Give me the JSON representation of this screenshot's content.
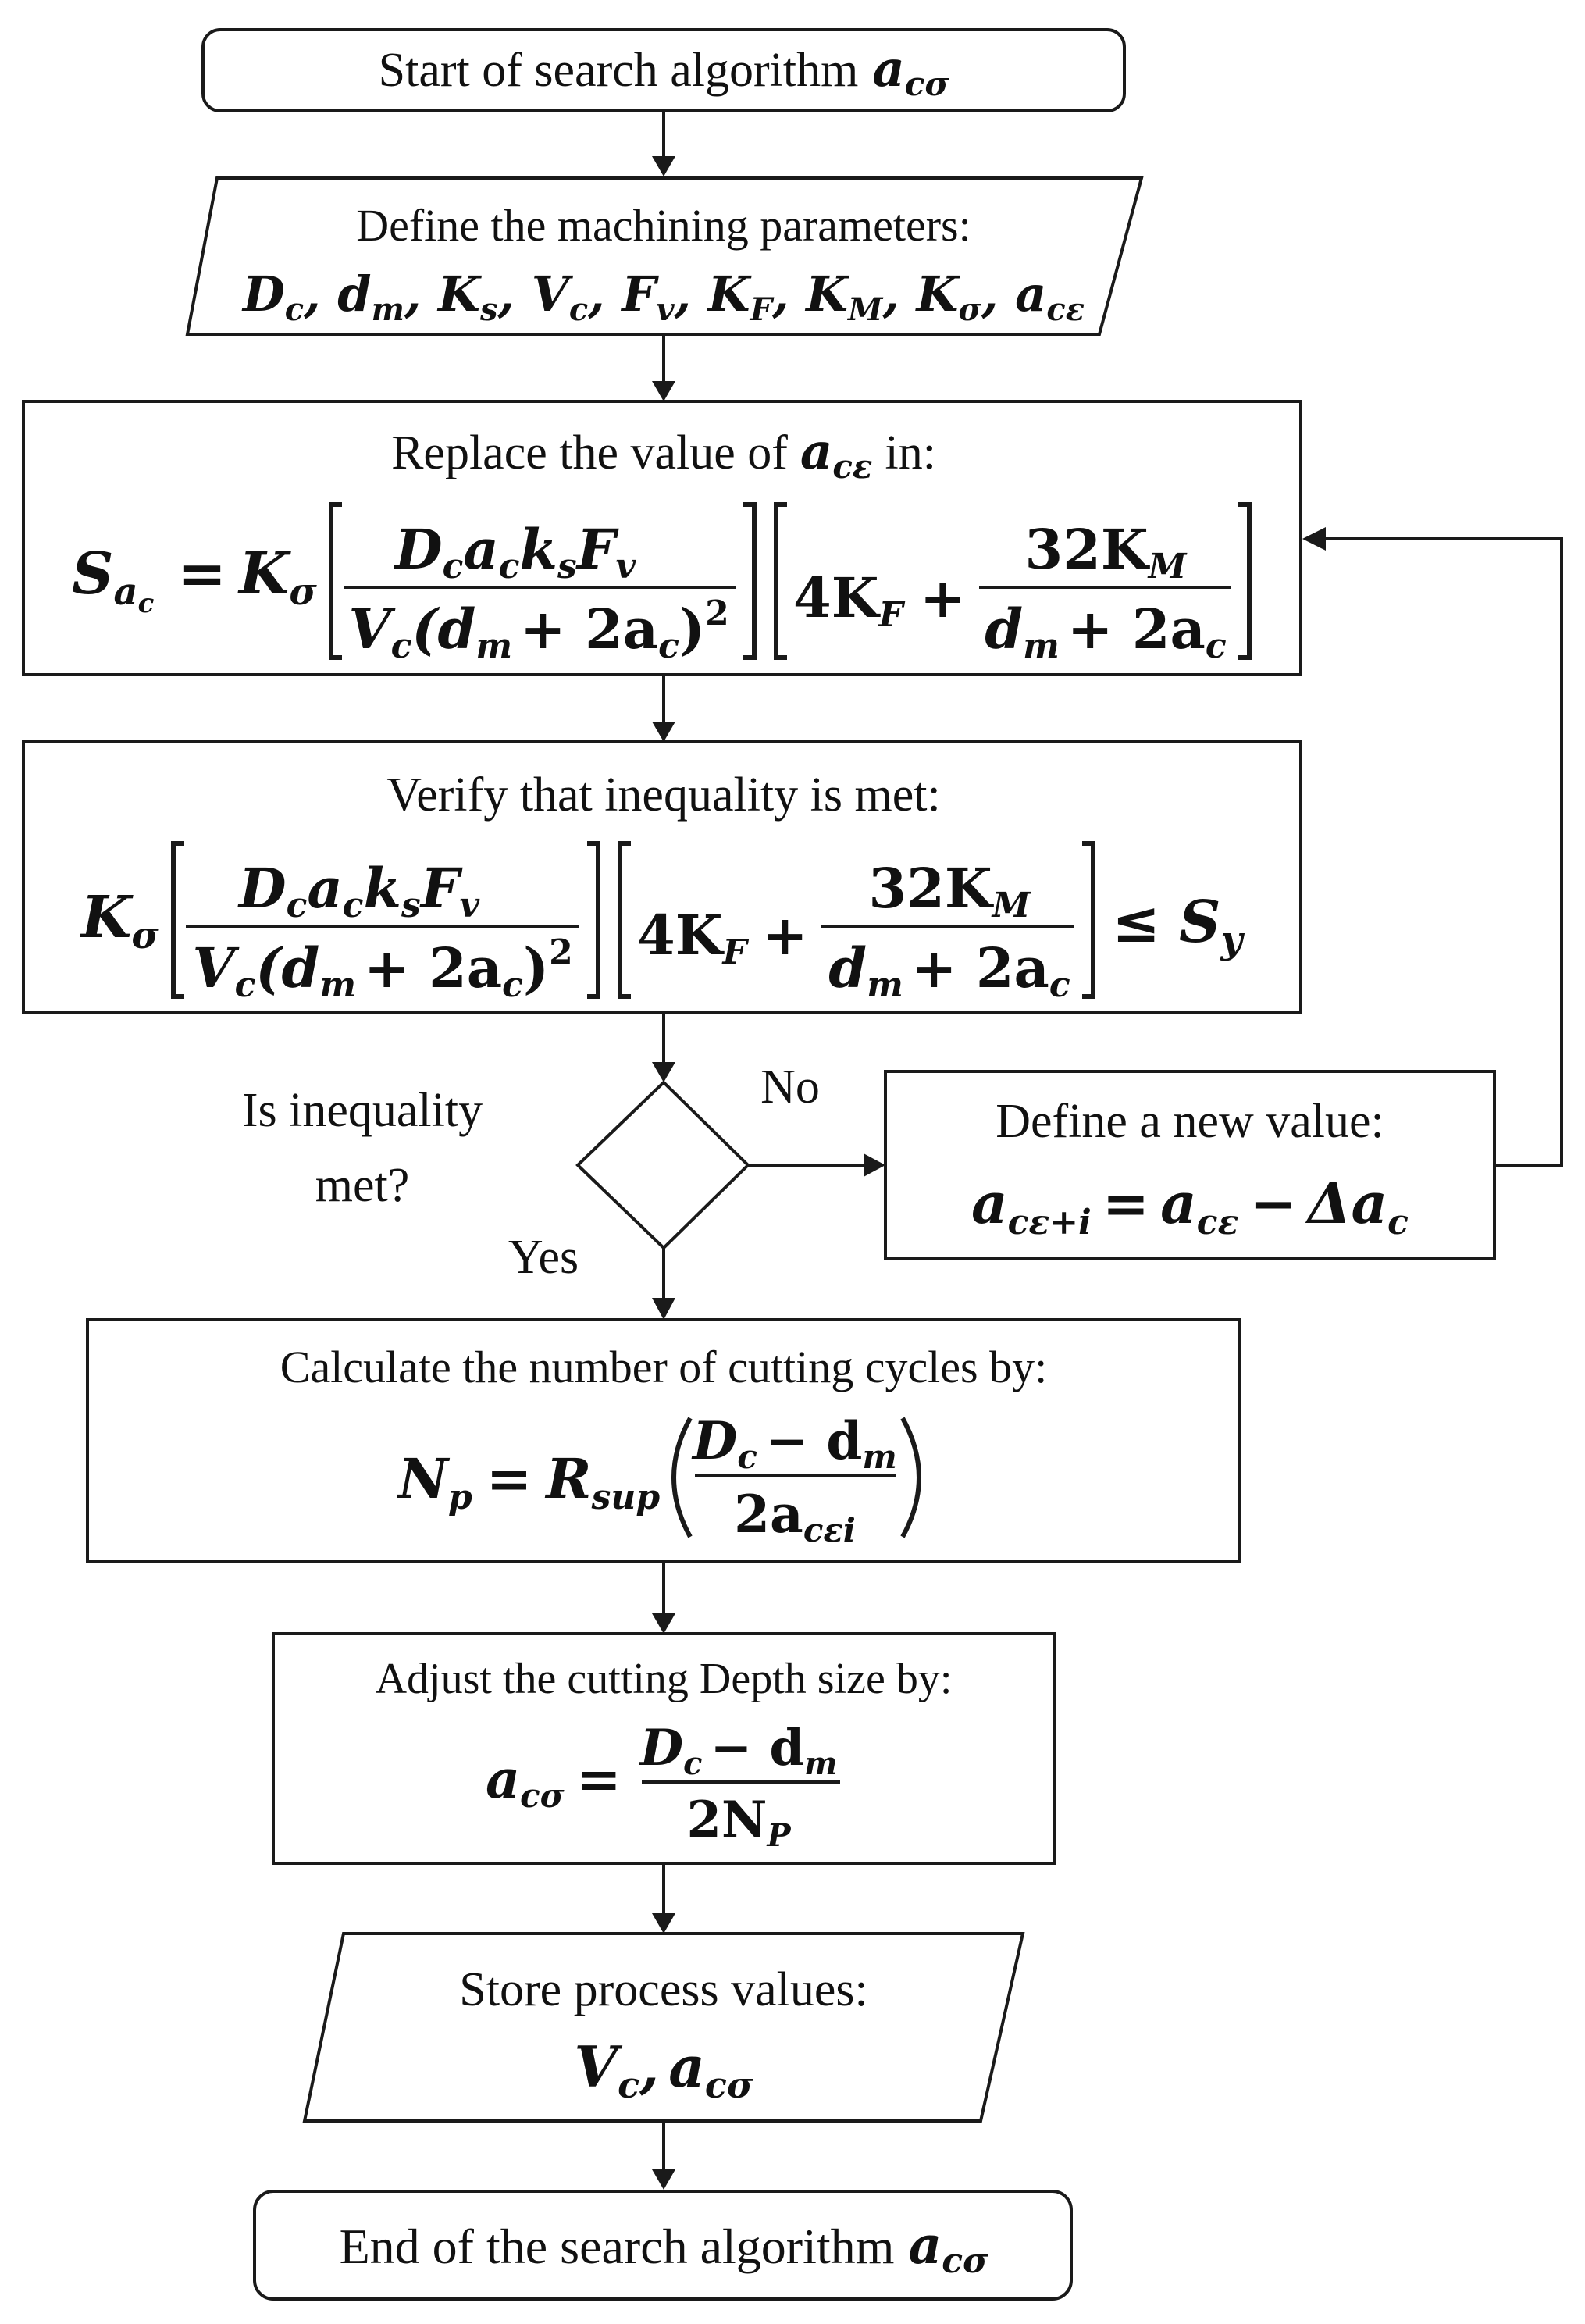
{
  "start": {
    "prefix": "Start of search algorithm",
    "sym": "a",
    "sub": "cσ"
  },
  "define_params": {
    "title": "Define the machining parameters:",
    "params": [
      {
        "s": "D",
        "b": "c"
      },
      {
        "s": "d",
        "b": "m"
      },
      {
        "s": "K",
        "b": "s"
      },
      {
        "s": "V",
        "b": "c"
      },
      {
        "s": "F",
        "b": "v"
      },
      {
        "s": "K",
        "b": "F"
      },
      {
        "s": "K",
        "b": "M"
      },
      {
        "s": "K",
        "b": "σ"
      },
      {
        "s": "a",
        "b": "cε"
      }
    ]
  },
  "replace": {
    "title_prefix": "Replace the value of",
    "title_sym": "a",
    "title_sub": "cε",
    "title_suffix": "in:",
    "lhs": "S",
    "lhs_sub": "a",
    "lhs_subsub": "c",
    "eq": "=",
    "k": "K",
    "k_sub": "σ",
    "num1": "D",
    "num1_sub": "c",
    "num1_mid": "a",
    "num1_mid_sub": "c",
    "num1_k": "k",
    "num1_k_sub": "s",
    "num1_f": "F",
    "num1_f_sub": "v",
    "den1_v": "V",
    "den1_v_sub": "c",
    "den1_rest": "(d",
    "den1_rest_sub": "m",
    "den1_plus": "+ 2a",
    "den1_plus_sub": "c",
    "den1_close": ")",
    "den1_exp": "2",
    "four_k": "4K",
    "four_k_sub": "F",
    "plus": "+",
    "num2": "32K",
    "num2_sub": "M",
    "den2_d": "d",
    "den2_d_sub": "m",
    "den2_rest": "+ 2a",
    "den2_rest_sub": "c"
  },
  "verify": {
    "title": "Verify that inequality is met:",
    "leq": "≤",
    "rhs": "S",
    "rhs_sub": "y"
  },
  "decision": {
    "question_line1": "Is inequality",
    "question_line2": "met?",
    "no_label": "No",
    "yes_label": "Yes"
  },
  "new_value": {
    "title": "Define a new value:",
    "lhs": "a",
    "lhs_sub": "cε+i",
    "eq": "=",
    "rhs_a": "a",
    "rhs_a_sub": "cε",
    "minus": "−",
    "delta": "Δa",
    "delta_sub": "c"
  },
  "cycles": {
    "title": "Calculate the number of cutting cycles by:",
    "lhs": "N",
    "lhs_sub": "p",
    "eq": "=",
    "r": "R",
    "r_sub": "sup",
    "num": "D",
    "num_sub": "c",
    "num_minus": "− d",
    "num_minus_sub": "m",
    "den": "2a",
    "den_sub": "cεi"
  },
  "adjust": {
    "title": "Adjust the cutting Depth size by:",
    "lhs": "a",
    "lhs_sub": "cσ",
    "eq": "=",
    "num": "D",
    "num_sub": "c",
    "num_minus": "− d",
    "num_minus_sub": "m",
    "den": "2N",
    "den_sub": "P"
  },
  "store": {
    "title": "Store process values:",
    "v": "V",
    "v_sub": "c",
    "sep": ",",
    "a": "a",
    "a_sub": "cσ"
  },
  "end": {
    "prefix": "End of the search algorithm",
    "sym": "a",
    "sub": "cσ"
  }
}
